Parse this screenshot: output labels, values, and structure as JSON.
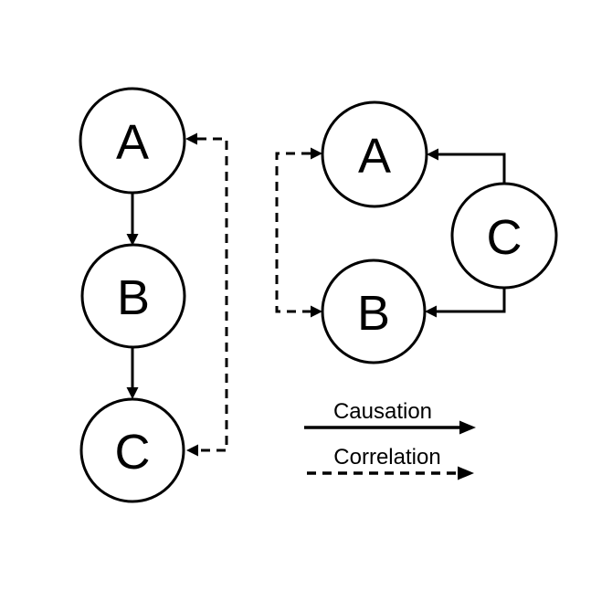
{
  "diagram_left": {
    "name": "causal-chain",
    "nodes": [
      {
        "id": "A",
        "label": "A"
      },
      {
        "id": "B",
        "label": "B"
      },
      {
        "id": "C",
        "label": "C"
      }
    ],
    "edges": [
      {
        "from": "A",
        "to": "B",
        "type": "causation"
      },
      {
        "from": "B",
        "to": "C",
        "type": "causation"
      },
      {
        "from": "C",
        "to": "A",
        "type": "correlation"
      }
    ]
  },
  "diagram_right": {
    "name": "common-cause",
    "nodes": [
      {
        "id": "A",
        "label": "A"
      },
      {
        "id": "B",
        "label": "B"
      },
      {
        "id": "C",
        "label": "C"
      }
    ],
    "edges": [
      {
        "from": "C",
        "to": "A",
        "type": "causation"
      },
      {
        "from": "C",
        "to": "B",
        "type": "causation"
      },
      {
        "from": "A",
        "to": "B",
        "type": "correlation"
      }
    ]
  },
  "legend": {
    "items": [
      {
        "label": "Causation",
        "line_style": "solid"
      },
      {
        "label": "Correlation",
        "line_style": "dashed"
      }
    ]
  },
  "colors": {
    "line": "#000000",
    "background": "#ffffff"
  }
}
